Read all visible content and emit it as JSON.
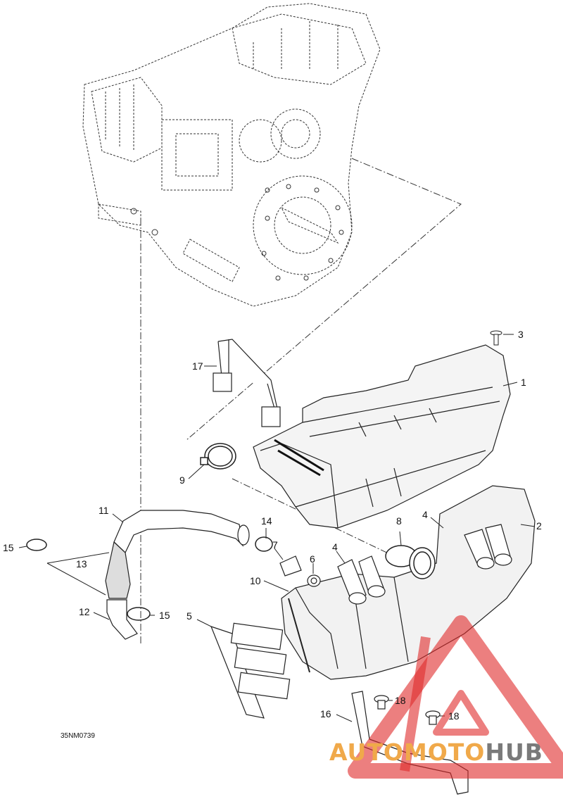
{
  "figure_code": "35NM0739",
  "callouts": [
    "1",
    "2",
    "3",
    "4",
    "4",
    "5",
    "6",
    "7",
    "8",
    "9",
    "10",
    "11",
    "12",
    "13",
    "14",
    "15",
    "15",
    "16",
    "17",
    "18",
    "18"
  ],
  "watermark": {
    "part1": "AUTOMOTO",
    "part2": "HUB"
  },
  "colors": {
    "line": "#222222",
    "shade": "#d0d0d0",
    "watermark_red": "#e02a2a",
    "watermark_orange": "#f0a94a",
    "watermark_gray": "#7a7a7a"
  }
}
